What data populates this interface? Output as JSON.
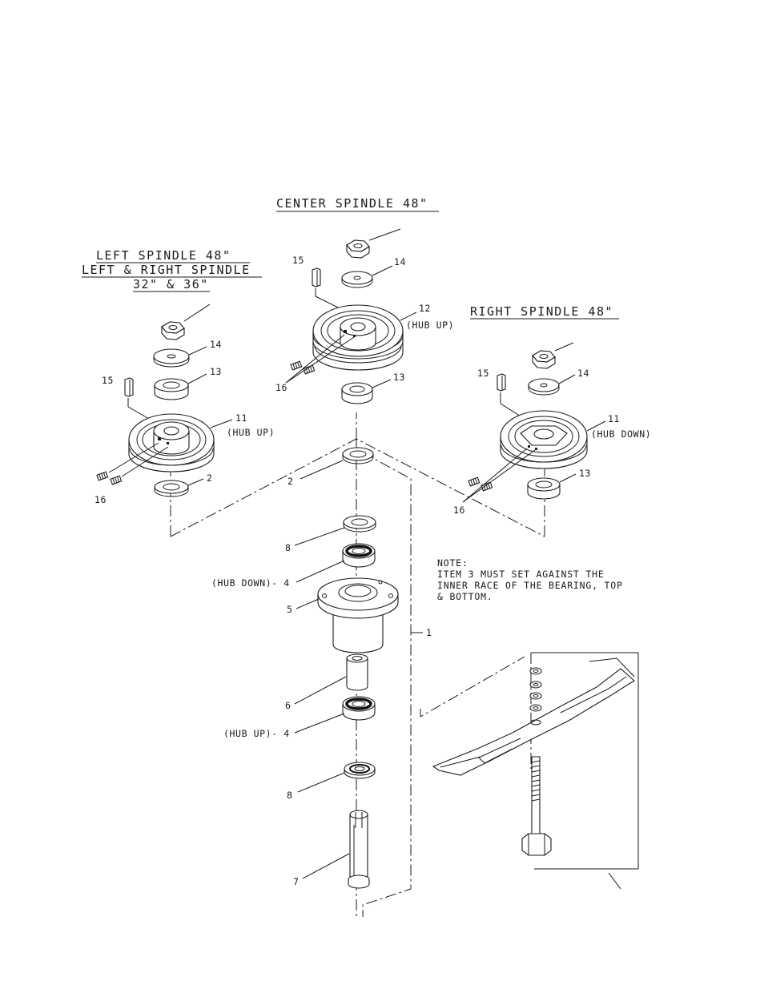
{
  "titles": {
    "center": "CENTER SPINDLE 48\"",
    "left_1": "LEFT SPINDLE 48\"",
    "left_2": "LEFT & RIGHT SPINDLE",
    "left_3": "32\" & 36\"",
    "right": "RIGHT SPINDLE 48\""
  },
  "note": {
    "line1": "NOTE:",
    "line2": "ITEM 3 MUST SET AGAINST THE",
    "line3": "INNER RACE OF THE BEARING, TOP",
    "line4": "& BOTTOM."
  },
  "callouts": {
    "c15": "15",
    "c14": "14",
    "c12": "12",
    "c12_note": "(HUB UP)",
    "c13": "13",
    "c16": "16",
    "l14": "14",
    "l13": "13",
    "l15": "15",
    "l11": "11",
    "l11_note": "(HUB UP)",
    "l2": "2",
    "l16": "16",
    "r14": "14",
    "r15": "15",
    "r11": "11",
    "r11_note": "(HUB DOWN)",
    "r13": "13",
    "r16": "16",
    "c2": "2",
    "c8a": "8",
    "c4a": "(HUB DOWN)- 4",
    "c5": "5",
    "c1": "1",
    "c6": "6",
    "c4b": "(HUB UP)- 4",
    "c8b": "8",
    "c7": "7"
  },
  "icons": {
    "hex_nut": "hex-nut-icon",
    "washer": "washer-icon",
    "key": "key-icon",
    "pulley": "pulley-icon",
    "set_screw": "set-screw-icon",
    "bearing": "bearing-icon",
    "housing": "spindle-housing-icon",
    "spacer": "spacer-icon",
    "shaft": "spindle-shaft-icon",
    "blade": "mower-blade-icon",
    "bolt": "blade-bolt-icon"
  },
  "colors": {
    "ink": "#1a1a1a",
    "paper": "#ffffff"
  }
}
